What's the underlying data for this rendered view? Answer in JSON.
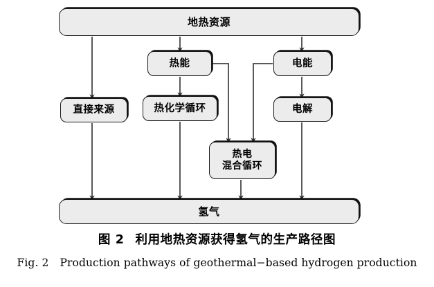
{
  "figure": {
    "caption_cn_label": "图 2",
    "caption_cn_text": "利用地热资源获得氢气的生产路径图",
    "caption_en_label": "Fig. 2",
    "caption_en_text": "Production pathways of geothermal−based hydrogen production"
  },
  "colors": {
    "node_fill": "#ececec",
    "node_border": "#1a1a1a",
    "node_shadow": "#111111",
    "connector": "#595959",
    "background": "#ffffff"
  },
  "diagram": {
    "type": "flowchart",
    "orientation": "top-to-bottom",
    "nodes": [
      {
        "id": "geothermal",
        "label": "地热资源",
        "level": "source"
      },
      {
        "id": "thermal",
        "label": "热能",
        "level": "energy-form"
      },
      {
        "id": "electric",
        "label": "电能",
        "level": "energy-form"
      },
      {
        "id": "direct",
        "label": "直接来源",
        "level": "pathway"
      },
      {
        "id": "thermochem",
        "label": "热化学循环",
        "level": "pathway"
      },
      {
        "id": "electrolysis",
        "label": "电解",
        "level": "pathway"
      },
      {
        "id": "hybrid_l1",
        "label": "热电",
        "level": "pathway"
      },
      {
        "id": "hybrid_l2",
        "label": "混合循环",
        "level": "pathway"
      },
      {
        "id": "hydrogen",
        "label": "氢气",
        "level": "product"
      }
    ],
    "edges": [
      {
        "from": "geothermal",
        "to": "direct"
      },
      {
        "from": "geothermal",
        "to": "thermal"
      },
      {
        "from": "geothermal",
        "to": "electric"
      },
      {
        "from": "thermal",
        "to": "thermochem"
      },
      {
        "from": "thermal",
        "to": "hybrid"
      },
      {
        "from": "electric",
        "to": "electrolysis"
      },
      {
        "from": "electric",
        "to": "hybrid"
      },
      {
        "from": "direct",
        "to": "hydrogen"
      },
      {
        "from": "thermochem",
        "to": "hydrogen"
      },
      {
        "from": "hybrid",
        "to": "hydrogen"
      },
      {
        "from": "electrolysis",
        "to": "hydrogen"
      }
    ]
  }
}
